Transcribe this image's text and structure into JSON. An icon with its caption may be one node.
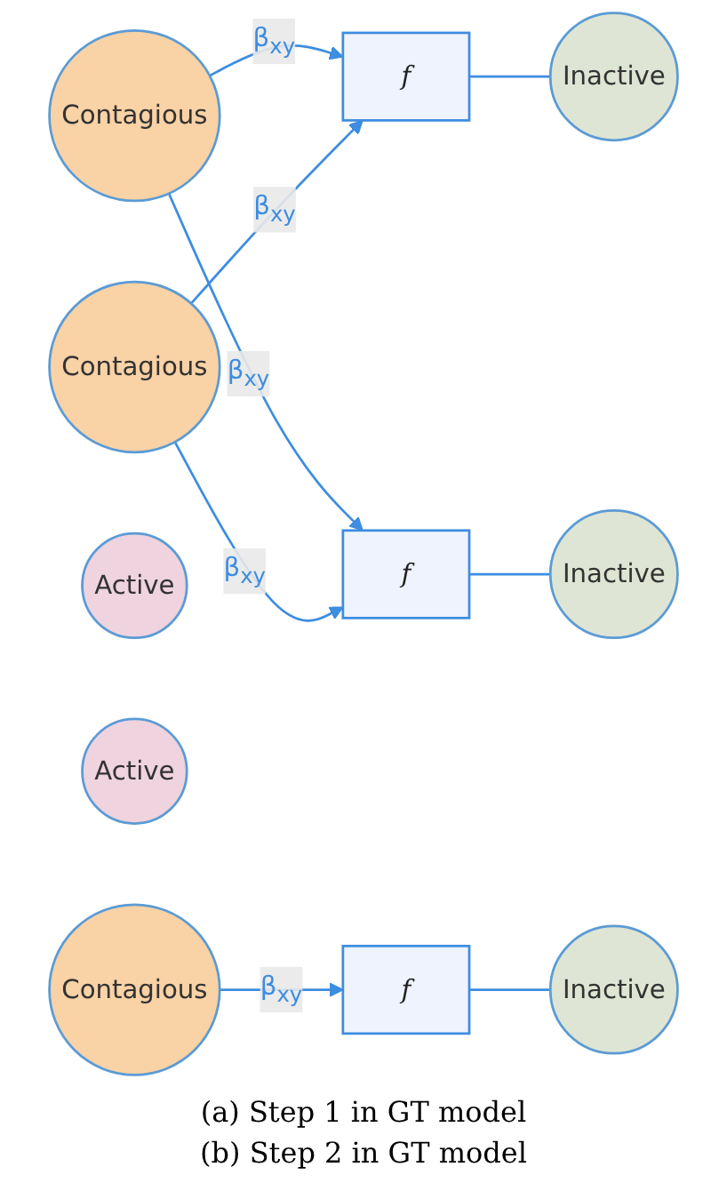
{
  "diagram": {
    "nodes": [
      {
        "text": [
          "Contagious"
        ]
      },
      {
        "text": [
          "f"
        ]
      },
      {
        "text": [
          "Inactive"
        ]
      },
      {
        "text": [
          "Contagious"
        ]
      },
      {
        "text": [
          "f"
        ]
      },
      {
        "text": [
          "Inactive"
        ]
      },
      {
        "text": [
          "Active"
        ]
      },
      {
        "text": [
          "Active"
        ]
      },
      {
        "text": [
          "Contagious"
        ]
      },
      {
        "text": [
          "f"
        ]
      },
      {
        "text": [
          "Inactive"
        ]
      }
    ],
    "edges": [
      {
        "from": 0,
        "to": 1,
        "arrow": "to",
        "label": "β$_{xy}$"
      },
      {
        "from": 3,
        "to": 1,
        "arrow": "to",
        "label": "β$_{xy}$"
      },
      {
        "from": 0,
        "to": 4,
        "arrow": "to",
        "label": "β$_{xy}$"
      },
      {
        "from": 3,
        "to": 4,
        "arrow": "to",
        "label": "β$_{xy}$"
      },
      {
        "from": 1,
        "to": 2,
        "arrow": "none"
      },
      {
        "from": 4,
        "to": 5,
        "arrow": "none"
      },
      {
        "from": 8,
        "to": 9,
        "arrow": "to",
        "label": "β$_{xy}$"
      },
      {
        "from": 9,
        "to": 10,
        "arrow": "none"
      }
    ],
    "labels": [
      "(a) Step 1 in GT model",
      "(b) Step 2 in GT model"
    ]
  }
}
